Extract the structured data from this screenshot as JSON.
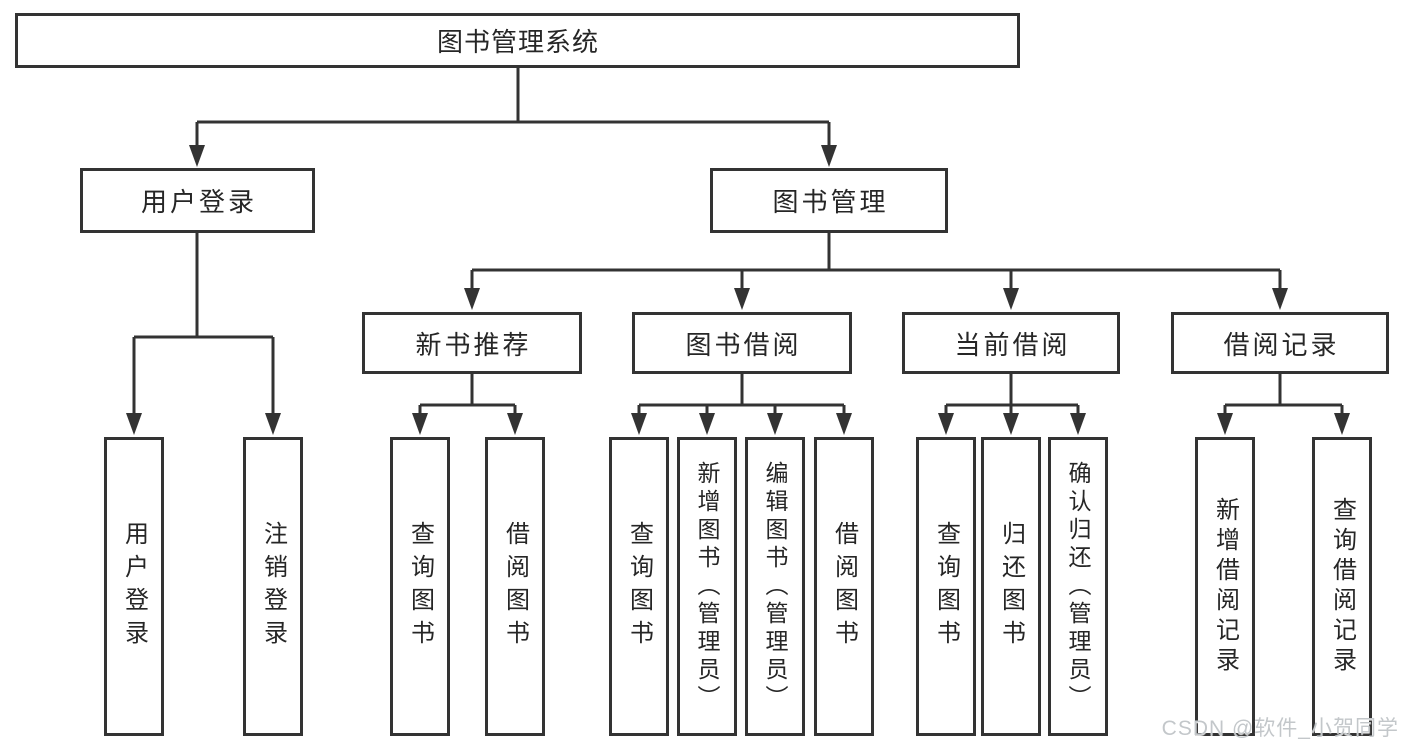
{
  "tree": {
    "root": {
      "label": "图书管理系统"
    },
    "children": [
      {
        "label": "用户登录",
        "children": [
          {
            "label": "用户登录"
          },
          {
            "label": "注销登录"
          }
        ]
      },
      {
        "label": "图书管理",
        "children": [
          {
            "label": "新书推荐",
            "children": [
              {
                "label": "查询图书"
              },
              {
                "label": "借阅图书"
              }
            ]
          },
          {
            "label": "图书借阅",
            "children": [
              {
                "label": "查询图书"
              },
              {
                "label": "新增图书（管理员）"
              },
              {
                "label": "编辑图书（管理员）"
              },
              {
                "label": "借阅图书"
              }
            ]
          },
          {
            "label": "当前借阅",
            "children": [
              {
                "label": "查询图书"
              },
              {
                "label": "归还图书"
              },
              {
                "label": "确认归还（管理员）"
              }
            ]
          },
          {
            "label": "借阅记录",
            "children": [
              {
                "label": "新增借阅记录"
              },
              {
                "label": "查询借阅记录"
              }
            ]
          }
        ]
      }
    ]
  },
  "watermark": {
    "text": "CSDN @软件_小贺同学"
  },
  "colors": {
    "line": "#333333",
    "box_border": "#333333",
    "text": "#262626",
    "watermark": "#c3c7ca",
    "background": "#ffffff"
  }
}
